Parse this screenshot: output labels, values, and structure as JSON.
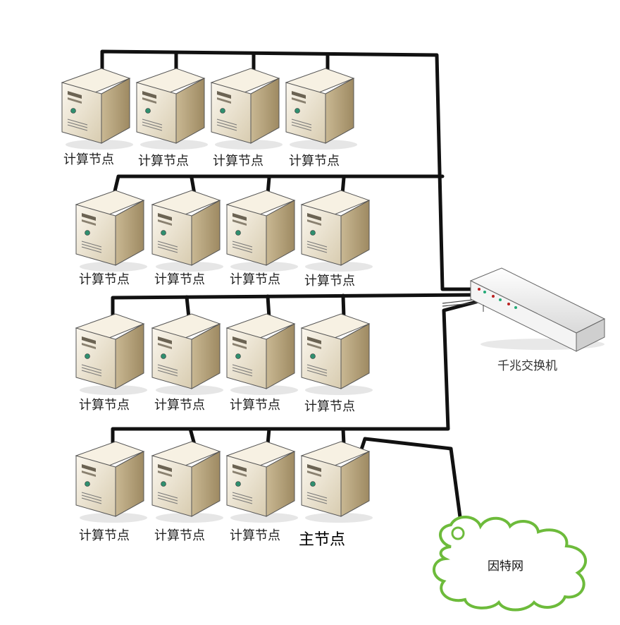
{
  "nodes": {
    "row1": [
      "计算节点",
      "计算节点",
      "计算节点",
      "计算节点"
    ],
    "row2": [
      "计算节点",
      "计算节点",
      "计算节点",
      "计算节点"
    ],
    "row3": [
      "计算节点",
      "计算节点",
      "计算节点",
      "计算节点"
    ],
    "row4": [
      "计算节点",
      "计算节点",
      "计算节点",
      "主节点"
    ]
  },
  "switch": {
    "label": "千兆交换机"
  },
  "internet": {
    "label": "因特网"
  },
  "colors": {
    "cable": "#111111",
    "server_face": "#efe6d0",
    "server_side": "#b8a57e",
    "server_top": "#f6f0e2",
    "cloud_stroke": "#6dbb3b",
    "switch_body": "#f2f2f2"
  }
}
